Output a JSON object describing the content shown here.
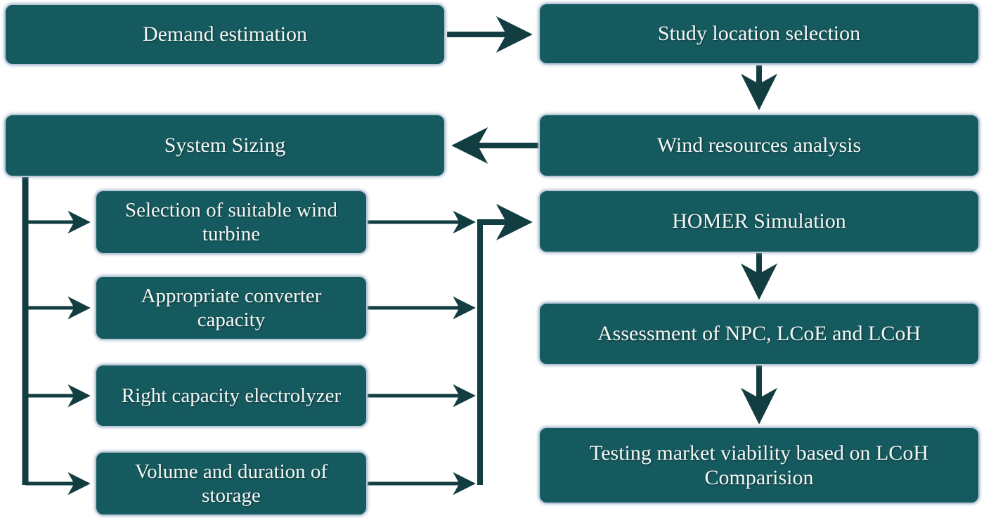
{
  "diagram": {
    "type": "flowchart",
    "title": "Wind-hydrogen system study methodology flowchart",
    "colors": {
      "background": "#ffffff",
      "node_fill": "#155a5e",
      "node_border": "#b9c9d8",
      "arrow": "#123d41",
      "text": "#f4f7f5"
    },
    "nodes": {
      "demand": {
        "label": "Demand estimation"
      },
      "study": {
        "label": "Study location selection"
      },
      "sizing": {
        "label": "System Sizing"
      },
      "wind": {
        "label": "Wind resources analysis"
      },
      "turbine": {
        "label": "Selection of suitable wind turbine"
      },
      "converter": {
        "label": "Appropriate converter capacity"
      },
      "electrolyzer": {
        "label": "Right capacity electrolyzer"
      },
      "storage": {
        "label": "Volume and duration of storage"
      },
      "homer": {
        "label": "HOMER Simulation"
      },
      "assessment": {
        "label": "Assessment of NPC, LCoE and LCoH"
      },
      "testing": {
        "label": "Testing market viability based on LCoH Comparision"
      }
    },
    "edges": [
      {
        "from": "demand",
        "to": "study"
      },
      {
        "from": "study",
        "to": "wind"
      },
      {
        "from": "wind",
        "to": "sizing"
      },
      {
        "from": "sizing",
        "to": "turbine"
      },
      {
        "from": "sizing",
        "to": "converter"
      },
      {
        "from": "sizing",
        "to": "electrolyzer"
      },
      {
        "from": "sizing",
        "to": "storage"
      },
      {
        "from": "turbine",
        "to": "homer"
      },
      {
        "from": "converter",
        "to": "homer"
      },
      {
        "from": "electrolyzer",
        "to": "homer"
      },
      {
        "from": "storage",
        "to": "homer"
      },
      {
        "from": "homer",
        "to": "assessment"
      },
      {
        "from": "assessment",
        "to": "testing"
      }
    ]
  }
}
